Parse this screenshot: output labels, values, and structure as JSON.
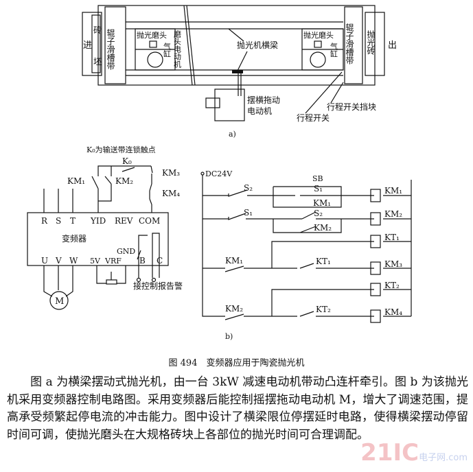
{
  "fig_a": {
    "in_label": "进",
    "brick_label": "砖",
    "brick_label2": "坯",
    "roller_slot_left": "辊子滑槽带",
    "roller_slot_right": "辊子滑槽带",
    "head_left": "抛光磨头",
    "cyl_left": "气缸",
    "head_motor": "磨头电动机",
    "head_right": "抛光磨头",
    "cyl_right": "气缸",
    "beam": "抛光机横梁",
    "out_brick": "抛光砖",
    "out_label": "出",
    "swing_motor_1": "摆横拖动",
    "swing_motor_2": "电动机",
    "limit_block": "行程开关挡块",
    "limit_switch": "行程开关",
    "sub_label": "a)"
  },
  "fig_b_left": {
    "k0_note": "K₀为输送带连锁触点",
    "k0": "K₀",
    "km1": "KM₁",
    "km2": "KM₂",
    "km3": "KM₃",
    "km4": "KM₄",
    "terminals_top": [
      "R",
      "S",
      "T",
      "YID",
      "REV",
      "COM"
    ],
    "inverter": "变频器",
    "gnd": "GND",
    "terminals_bottom": [
      "U",
      "V",
      "W",
      "5V",
      "VRF",
      "B",
      "C"
    ],
    "alarm": "接控制报告警",
    "motor": "M"
  },
  "fig_b_right": {
    "supply": "DC24V",
    "s2": "S₂",
    "s1": "S₁",
    "sb": "SB",
    "s1b": "S₁",
    "km1c": "KM₁",
    "s2b": "S₂",
    "km2c": "KM₂",
    "km1_row": "KM₁",
    "kt1_contact": "KT₁",
    "km2_row": "KM₂",
    "kt2_contact": "KT₂",
    "coils": [
      "KM₁",
      "KM₂",
      "KT₁",
      "KM₃",
      "KT₂",
      "KM₄"
    ],
    "sub_label": "b)"
  },
  "caption": "图 494　变频器应用于陶瓷抛光机",
  "paragraph": "　　图 a 为横梁摆动式抛光机，由一台 3kW 减速电动机带动凸连杆牵引。图 b 为该抛光机采用变频器控制电路图。采用变频器后能控制摇摆拖动电动机 M，增大了调速范围，提高承受频繁起停电流的冲击能力。图中设计了横梁限位停摆延时电路，使得横梁摆动停留时间可调，使抛光磨头在大规格砖块上各部位的抛光时间可合理调配。",
  "watermark": {
    "brand": "21IC",
    "cn": "电子网",
    "dom": ".com"
  }
}
